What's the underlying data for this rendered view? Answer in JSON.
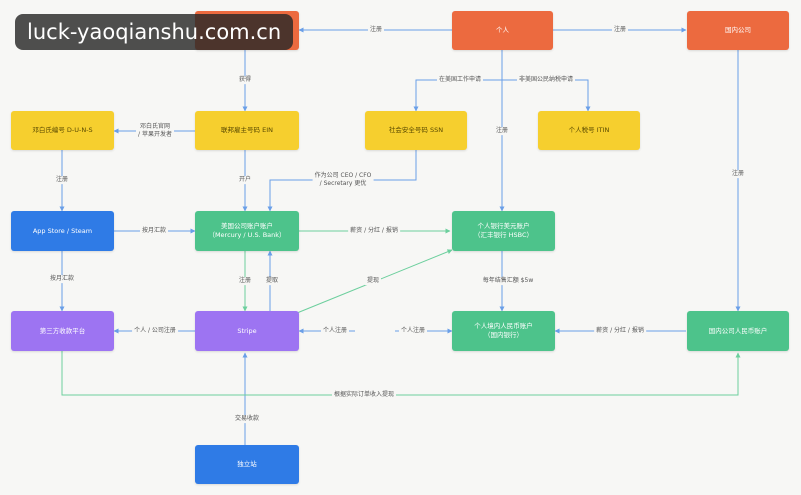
{
  "watermark": "luck-yaoqianshu.com.cn",
  "nodes": {
    "company_top": "",
    "individual": "个人",
    "domestic_company": "国内公司",
    "duns": "邓白氏编号 D-U-N-S",
    "ein": "联邦雇主号码 EIN",
    "ssn": "社会安全号码 SSN",
    "itin": "个人税号 ITIN",
    "appstore": "App Store / Steam",
    "us_company_account": "美国公司账户账户\n（Mercury / U.S. Bank）",
    "personal_usd_account": "个人银行美元账户\n（汇丰银行 HSBC）",
    "third_party_platform": "第三方收款平台",
    "stripe": "Stripe",
    "personal_rmb_account": "个人境内人民币账户\n（国内银行）",
    "domestic_rmb_account": "国内公司人民币账户",
    "independent_site": "独立站"
  },
  "edges": {
    "reg_left": "注册",
    "reg_right": "注册",
    "obtain": "获得",
    "work_apply": "在美国工作申请",
    "non_us_tax": "非美国公民纳税申请",
    "reg_individual": "注册",
    "dev_apply": "邓白氏官网\n/ 苹果开发者",
    "reg_duns": "注册",
    "open_account": "开户",
    "ceo_role": "作为公司 CEO / CFO\n/ Secretary 更优",
    "reg_domestic": "注册",
    "monthly_remit": "按月汇款",
    "salary": "薪资 / 分红 / 报销",
    "monthly_remit2": "按月汇款",
    "reg_stripe": "注册",
    "withdraw": "提取",
    "withdraw2": "提现",
    "fx_quota": "每年结售汇额 $5w",
    "personal_company_reg": "个人 / 公司注册",
    "personal_reg": "个人注册",
    "personal_reg2": "个人注册",
    "salary2": "薪资 / 分红 / 报销",
    "by_order": "根据实际订单收入提现",
    "transaction": "交易收款"
  }
}
